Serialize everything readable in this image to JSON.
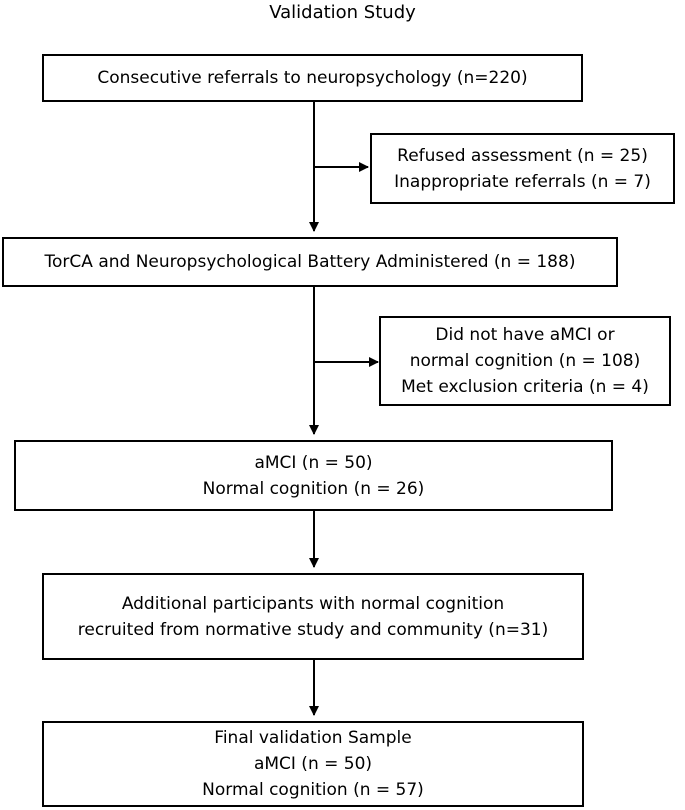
{
  "title": "Validation Study",
  "boxes": {
    "referrals": {
      "lines": [
        "Consecutive referrals to neuropsychology (n=220)"
      ]
    },
    "excluded_1": {
      "lines": [
        "Refused assessment (n = 25)",
        "Inappropriate referrals (n = 7)"
      ]
    },
    "administered": {
      "lines": [
        "TorCA and Neuropsychological Battery Administered (n = 188)"
      ]
    },
    "excluded_2": {
      "lines": [
        "Did not have aMCI or",
        "normal cognition (n = 108)",
        "Met exclusion criteria (n = 4)"
      ]
    },
    "classified": {
      "lines": [
        "aMCI (n = 50)",
        "Normal cognition (n = 26)"
      ]
    },
    "additional": {
      "lines": [
        "Additional participants with normal cognition",
        "recruited from normative study and community (n=31)"
      ]
    },
    "final": {
      "lines": [
        "Final validation Sample",
        "aMCI (n = 50)",
        "Normal cognition (n = 57)"
      ]
    }
  }
}
